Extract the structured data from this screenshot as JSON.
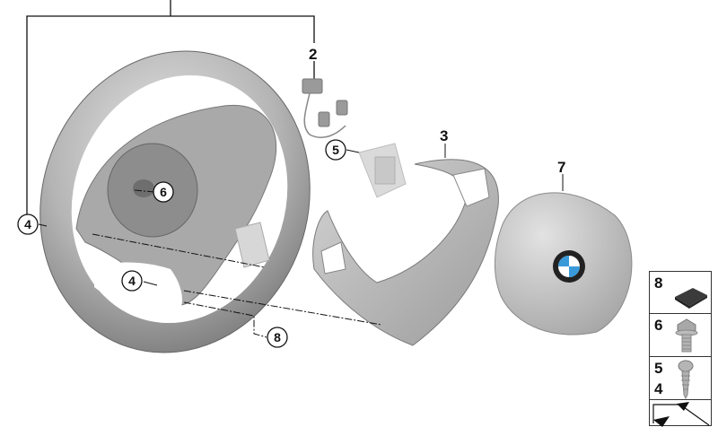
{
  "diagram": {
    "subject": "Steering wheel exploded parts view",
    "brand_emblem": "BMW",
    "colors": {
      "part_gray": "#b9b9b9",
      "part_dark": "#8c8c8c",
      "line": "#111111",
      "emblem_blue": "#3a9ad9",
      "emblem_ring": "#222222"
    },
    "labels": {
      "top_bracket_2": "2",
      "part_3": "3",
      "part_7": "7",
      "callout_4_left": "4",
      "callout_4_inner": "4",
      "callout_5": "5",
      "callout_6": "6",
      "callout_8": "8"
    },
    "legend": [
      {
        "num": "8",
        "part": "pad-icon"
      },
      {
        "num": "6",
        "part": "hex-bolt-icon"
      },
      {
        "nums": [
          "5",
          "4"
        ],
        "part": "screw-icon"
      },
      {
        "part": "arrow-icon"
      }
    ]
  }
}
